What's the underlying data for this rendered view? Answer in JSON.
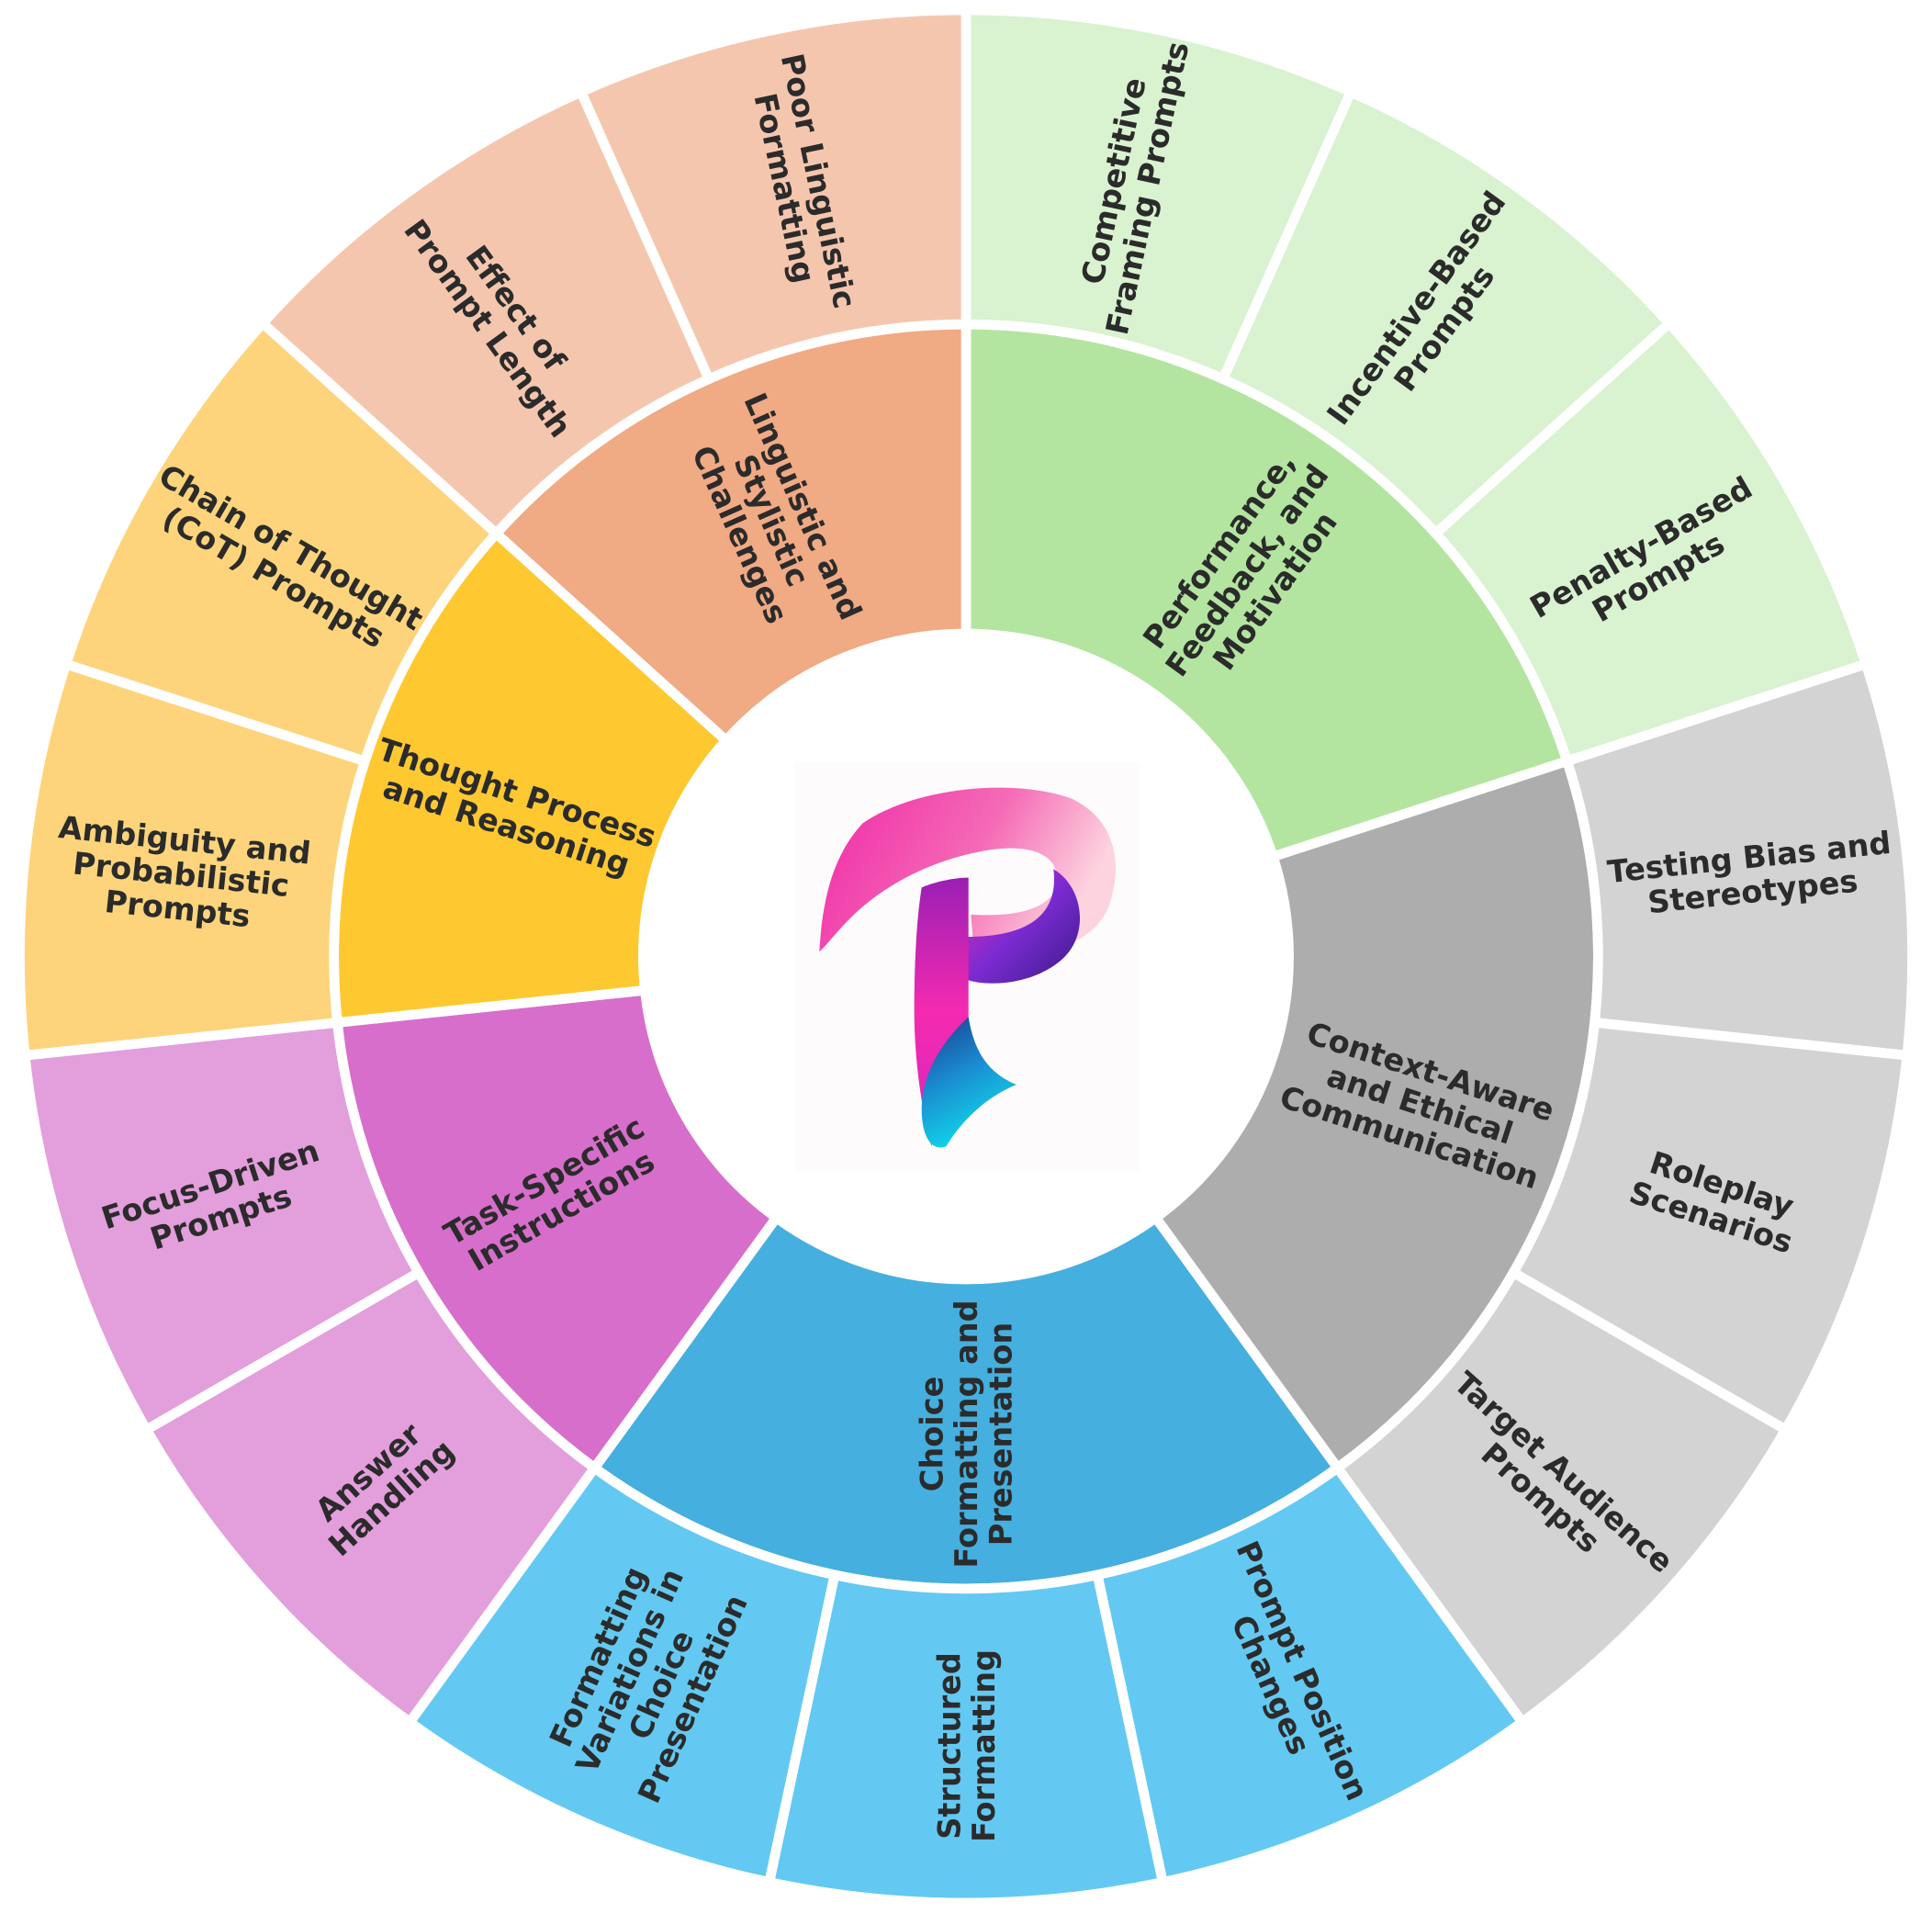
{
  "title": "Prompt categories sunburst",
  "categories": [
    {
      "label": [
        "Performance,",
        "Feedback, and",
        "Motivation"
      ],
      "color": "#b3e5a0",
      "child_color": "#d9f2d0",
      "children": [
        [
          "Competitive",
          "Framing Prompts"
        ],
        [
          "Incentive-Based",
          "Prompts"
        ],
        [
          "Penalty-Based",
          "Prompts"
        ]
      ]
    },
    {
      "label": [
        "Context-Aware",
        "and Ethical",
        "Communication"
      ],
      "color": "#adadad",
      "child_color": "#d3d3d3",
      "children": [
        [
          "Testing Bias and",
          "Stereotypes"
        ],
        [
          "Roleplay",
          "Scenarios"
        ],
        [
          "Target Audience",
          "Prompts"
        ]
      ]
    },
    {
      "label": [
        "Choice",
        "Formatting and",
        "Presentation"
      ],
      "color": "#45afdf",
      "child_color": "#63c9f2",
      "children": [
        [
          "Prompt Position",
          "Changes"
        ],
        [
          "Structured",
          "Formatting"
        ],
        [
          "Formatting",
          "Variations in",
          "Choice",
          "Presentation"
        ]
      ]
    },
    {
      "label": [
        "Task-Specific",
        "Instructions"
      ],
      "color": "#d76ecb",
      "child_color": "#e39edc",
      "children": [
        [
          "Answer",
          "Handling"
        ],
        [
          "Focus-Driven",
          "Prompts"
        ]
      ]
    },
    {
      "label": [
        "Thought Process",
        "and Reasoning"
      ],
      "color": "#fec830",
      "child_color": "#fdd47b",
      "children": [
        [
          "Ambiguity and",
          "Probabilistic",
          "Prompts"
        ],
        [
          "Chain of Thought",
          "(CoT) Prompts"
        ]
      ]
    },
    {
      "label": [
        "Linguistic and",
        "Stylistic",
        "Challenges"
      ],
      "color": "#f0aa84",
      "child_color": "#f5c6ae",
      "children": [
        [
          "Effect of",
          "Prompt Length"
        ],
        [
          "Poor Linguistic",
          "Formatting"
        ]
      ]
    }
  ],
  "logo": {
    "letter": "P"
  }
}
